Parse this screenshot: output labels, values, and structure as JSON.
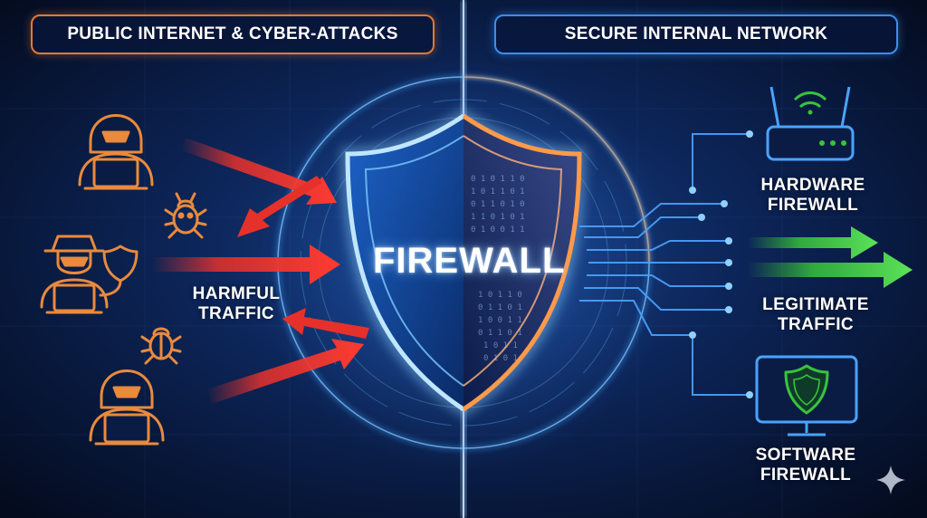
{
  "header": {
    "left_title": "PUBLIC INTERNET & CYBER-ATTACKS",
    "right_title": "SECURE INTERNAL NETWORK"
  },
  "center": {
    "firewall_label": "FIREWALL"
  },
  "left_side": {
    "harmful_line1": "HARMFUL",
    "harmful_line2": "TRAFFIC",
    "icons": [
      "hacker-icon",
      "hacker-icon",
      "hacker-icon",
      "bug-icon",
      "bug-icon",
      "shield-icon"
    ]
  },
  "right_side": {
    "hardware_line1": "HARDWARE",
    "hardware_line2": "FIREWALL",
    "legit_line1": "LEGITIMATE",
    "legit_line2": "TRAFFIC",
    "software_line1": "SOFTWARE",
    "software_line2": "FIREWALL",
    "icons": [
      "router-icon",
      "monitor-shield-icon",
      "sparkle-icon"
    ]
  },
  "colors": {
    "threat": "#e6312b",
    "hacker": "#e98a3d",
    "safe": "#39c23c",
    "network": "#3b9bf5",
    "background": "#06112a"
  }
}
